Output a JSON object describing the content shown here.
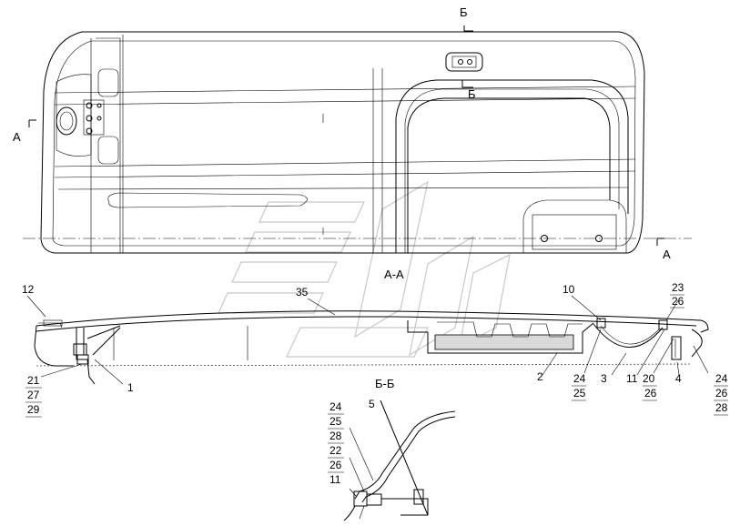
{
  "section_marks": {
    "a_left": "А",
    "a_right": "А",
    "b_top": "Б",
    "b_mid": "Б"
  },
  "section_titles": {
    "aa": "А-А",
    "bb": "Б-Б"
  },
  "callouts_aa": {
    "c12": "12",
    "c35": "35",
    "c10": "10",
    "c23": "23",
    "c26a": "26",
    "c21": "21",
    "c27": "27",
    "c29": "29",
    "c1": "1",
    "c2": "2",
    "c24a": "24",
    "c25a": "25",
    "c3": "3",
    "c11a": "11",
    "c20": "20",
    "c26b": "26",
    "c4": "4",
    "c24b": "24",
    "c26c": "26",
    "c28a": "28"
  },
  "callouts_bb": {
    "c24": "24",
    "c25": "25",
    "c28": "28",
    "c22": "22",
    "c26": "26",
    "c11": "11",
    "c5": "5"
  },
  "colors": {
    "line": "#000000",
    "watermark": "#c8c8c8",
    "hatch_fill": "#d9d9d9"
  }
}
